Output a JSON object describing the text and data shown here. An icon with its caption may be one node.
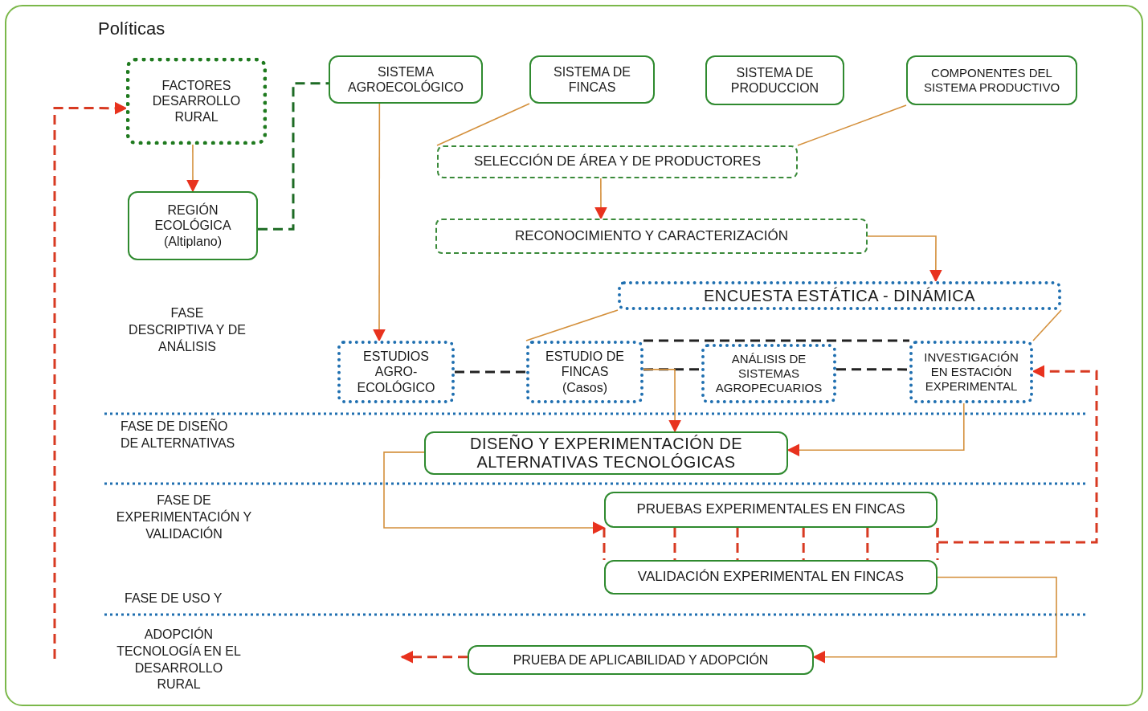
{
  "diagram": {
    "nodes": [
      {
        "text": [
          "FACTORES DESARROLLO RURAL"
        ]
      },
      {
        "text": [
          "SISTEMA AGROECOLÓGICO"
        ]
      },
      {
        "text": [
          "SISTEMA DE FINCAS"
        ]
      },
      {
        "text": [
          "SISTEMA DE PRODUCCION"
        ]
      },
      {
        "text": [
          "COMPONENTES DEL SISTEMA PRODUCTIVO"
        ]
      },
      {
        "text": [
          "REGIÓN ECOLÓGICA (Altiplano)"
        ]
      },
      {
        "text": [
          "SELECCIÓN DE ÁREA Y DE PRODUCTORES"
        ]
      },
      {
        "text": [
          "RECONOCIMIENTO Y CARACTERIZACIÓN"
        ]
      },
      {
        "text": [
          "ENCUESTA ESTÁTICA - DINÁMICA"
        ]
      },
      {
        "text": [
          "ESTUDIOS AGRO- ECOLÓGICO"
        ]
      },
      {
        "text": [
          "ESTUDIO DE FINCAS (Casos)"
        ]
      },
      {
        "text": [
          "ANÁLISIS DE SISTEMAS AGROPECUARIOS"
        ]
      },
      {
        "text": [
          "INVESTIGACIÓN EN ESTACIÓN EXPERIMENTAL"
        ]
      },
      {
        "text": [
          "DISEÑO Y EXPERIMENTACIÓN DE ALTERNATIVAS TECNOLÓGICAS"
        ]
      },
      {
        "text": [
          "PRUEBAS EXPERIMENTALES EN FINCAS"
        ]
      },
      {
        "text": [
          "VALIDACIÓN EXPERIMENTAL EN FINCAS"
        ]
      },
      {
        "text": [
          "PRUEBA DE APLICABILIDAD Y ADOPCIÓN"
        ]
      }
    ],
    "edges": [
      {
        "from": 0,
        "to": 5,
        "arrow": "to"
      },
      {
        "from": 5,
        "to": 1,
        "arrow": "none",
        "style": "dashed",
        "color": "#1d6b24"
      },
      {
        "from": 1,
        "to": 9,
        "arrow": "to"
      },
      {
        "from": 2,
        "to": 6,
        "arrow": "none"
      },
      {
        "from": 4,
        "to": 6,
        "arrow": "none"
      },
      {
        "from": 6,
        "to": 7,
        "arrow": "to"
      },
      {
        "from": 7,
        "to": 8,
        "arrow": "to"
      },
      {
        "from": 8,
        "to": 10,
        "arrow": "none"
      },
      {
        "from": 8,
        "to": 12,
        "arrow": "none"
      },
      {
        "from": 9,
        "to": 10,
        "arrow": "none",
        "style": "dashed",
        "color": "#222222"
      },
      {
        "from": 10,
        "to": 11,
        "arrow": "none",
        "style": "dashed",
        "color": "#222222"
      },
      {
        "from": 11,
        "to": 12,
        "arrow": "none",
        "style": "dashed",
        "color": "#222222"
      },
      {
        "from": 10,
        "to": 12,
        "arrow": "none",
        "style": "dashed",
        "color": "#222222"
      },
      {
        "from": 10,
        "to": 13,
        "arrow": "to"
      },
      {
        "from": 12,
        "to": 13,
        "arrow": "to"
      },
      {
        "from": 13,
        "to": 14,
        "arrow": "to"
      },
      {
        "from": 14,
        "to": 15,
        "arrow": "none",
        "style": "dashed",
        "color": "#d83a22"
      },
      {
        "from": 14,
        "to": 15,
        "arrow": "none",
        "style": "dashed",
        "color": "#d83a22"
      },
      {
        "from": 14,
        "to": 15,
        "arrow": "none",
        "style": "dashed",
        "color": "#d83a22"
      },
      {
        "from": 14,
        "to": 15,
        "arrow": "none",
        "style": "dashed",
        "color": "#d83a22"
      },
      {
        "from": 14,
        "to": 15,
        "arrow": "none",
        "style": "dashed",
        "color": "#d83a22"
      },
      {
        "from": 14,
        "to": 15,
        "arrow": "none",
        "style": "dashed",
        "color": "#d83a22"
      },
      {
        "from": 14,
        "to": 12,
        "arrow": "to",
        "style": "dashed",
        "color": "#d83a22"
      },
      {
        "from": 15,
        "to": 16,
        "arrow": "to"
      },
      {
        "from": 16,
        "to": null,
        "arrow": "to",
        "style": "dashed",
        "color": "#d83a22"
      },
      {
        "from": null,
        "to": 0,
        "arrow": "to",
        "style": "dashed",
        "color": "#d83a22"
      }
    ],
    "labels": [
      "Políticas",
      "FASE DESCRIPTIVA Y DE ANÁLISIS",
      "FASE DE DISEÑO DE ALTERNATIVAS",
      "FASE DE EXPERIMENTACIÓN Y VALIDACIÓN",
      "FASE DE USO Y",
      "ADOPCIÓN TECNOLOGÍA EN EL DESARROLLO RURAL"
    ]
  }
}
